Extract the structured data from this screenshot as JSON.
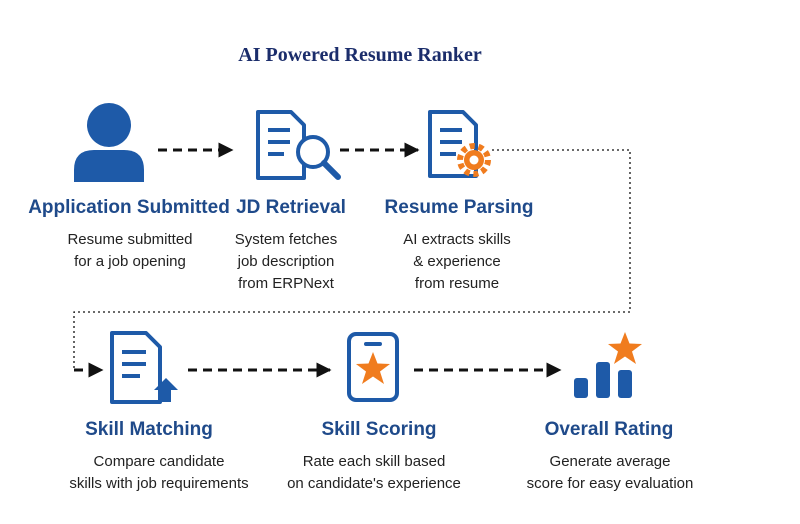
{
  "title": "AI Powered Resume Ranker",
  "colors": {
    "primary_blue": "#1e5aa8",
    "heading_blue": "#1f4a8a",
    "title_navy": "#1b2d6b",
    "accent_orange": "#f07c1e",
    "text": "#222222"
  },
  "steps": [
    {
      "icon": "user-icon",
      "heading": "Application Submitted",
      "lines": [
        "Resume submitted",
        "for a job opening"
      ]
    },
    {
      "icon": "document-search-icon",
      "heading": "JD Retrieval",
      "lines": [
        "System fetches",
        "job description",
        "from ERPNext"
      ]
    },
    {
      "icon": "document-gear-icon",
      "heading": "Resume Parsing",
      "lines": [
        "AI extracts skills",
        "& experience",
        "from resume"
      ]
    },
    {
      "icon": "document-upload-icon",
      "heading": "Skill Matching",
      "lines": [
        "Compare candidate",
        "skills with job requirements"
      ]
    },
    {
      "icon": "star-badge-icon",
      "heading": "Skill Scoring",
      "lines": [
        "Rate each skill based",
        "on candidate's experience"
      ]
    },
    {
      "icon": "bar-chart-star-icon",
      "heading": "Overall Rating",
      "lines": [
        "Generate average",
        "score for easy evaluation"
      ]
    }
  ]
}
